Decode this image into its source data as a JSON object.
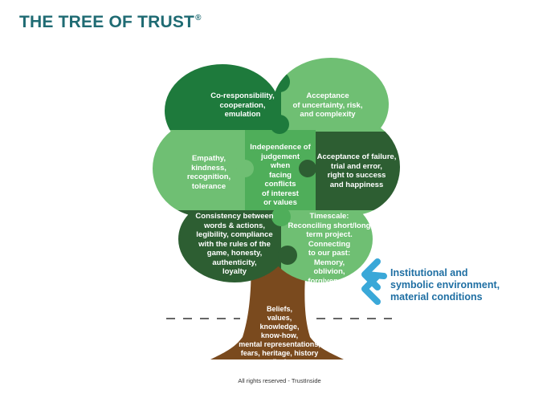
{
  "title": {
    "text": "THE TREE OF TRUST",
    "mark": "®"
  },
  "colors": {
    "title": "#1f6b73",
    "dark_green": "#1e7a3c",
    "light_green": "#6fbf73",
    "mid_green": "#4fae5a",
    "dark_forest": "#2d5e32",
    "trunk": "#7a4a1e",
    "arrow": "#3aa8d8",
    "env_text": "#1f6fa3"
  },
  "pieces": {
    "top_left": "Co-responsibility,\ncooperation,\nemulation",
    "top_right": "Acceptance\nof uncertainty, risk,\nand complexity",
    "mid_left": "Empathy,\nkindness,\nrecognition,\ntolerance",
    "center": "Independence of\njudgement\nwhen\nfacing\nconflicts\nof interest\nor values",
    "mid_right": "Acceptance of failure,\ntrial and error,\nright to success\nand happiness",
    "bottom_left": "Consistency between\nwords & actions,\nlegibility, compliance\nwith the rules of the\ngame, honesty,\nauthenticity,\nloyalty",
    "bottom_right": "Timescale:\nReconciling short/long\nterm project. Connecting\nto our past:\nMemory,\noblivion,\nforgiveness"
  },
  "trunk": {
    "text": "Beliefs,\nvalues,\nknowledge,\nknow-how,\nmental representations,\nfears, heritage, history (ies)"
  },
  "environment": {
    "text": "Institutional and\nsymbolic environment,\nmaterial conditions",
    "arrow_icon": "double-arrow-icon"
  },
  "footer": "All rights reserved - TrustInside"
}
